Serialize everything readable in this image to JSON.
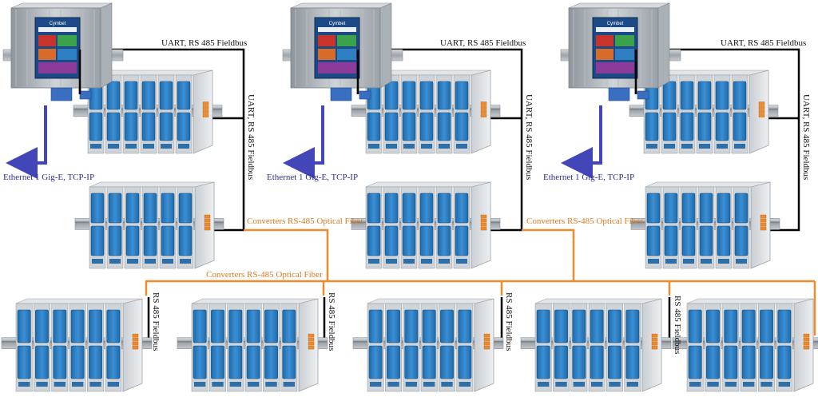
{
  "labels": {
    "uart_fieldbus": "UART, RS 485 Fieldbus",
    "ethernet": "Ethernet 1 Gig-E, TCP-IP",
    "fiber": "Converters RS-485 Optical Fiber",
    "rs485_fieldbus": "RS 485 Fieldbus"
  },
  "panel": {
    "brand": "Cymbet"
  },
  "colors": {
    "fieldbus_wire": "#000000",
    "fiber_wire": "#f08a2a",
    "ethernet_arrow": "#4346b8",
    "module_blue": "#2c7fc4",
    "module_body": "#d8dde2",
    "din_rail": "#a9b0b6",
    "panel_screen": "#1c4a86"
  }
}
